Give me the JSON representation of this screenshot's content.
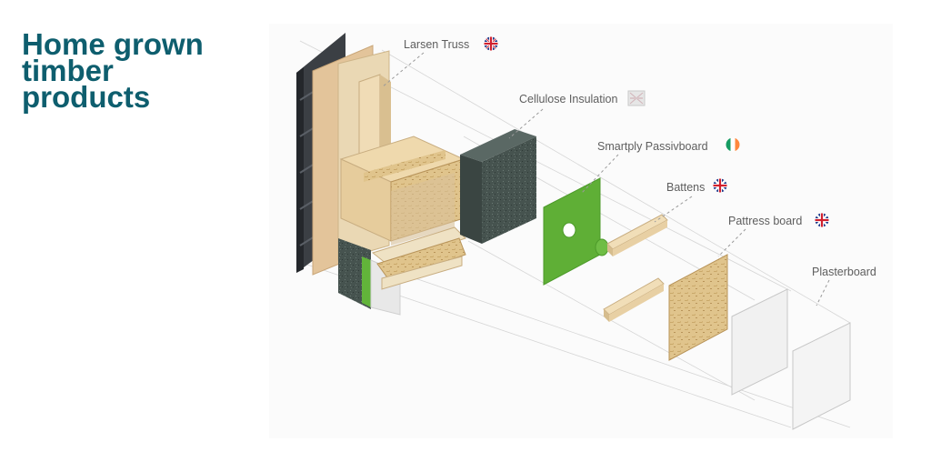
{
  "title": {
    "lines": [
      "Home grown",
      "timber",
      "products"
    ]
  },
  "labels": [
    {
      "text": "Larsen Truss",
      "flag": "uk-flag-icon"
    },
    {
      "text": "Cellulose Insulation",
      "flag": "placeholder-flag-icon"
    },
    {
      "text": "Smartply Passivboard",
      "flag": "ireland-flag-icon"
    },
    {
      "text": "Battens",
      "flag": "uk-flag-icon"
    },
    {
      "text": "Pattress board",
      "flag": "uk-flag-icon"
    },
    {
      "text": "Plasterboard",
      "flag": ""
    }
  ],
  "colors": {
    "title": "#0e5e6e",
    "insulation": "#3e4a46",
    "passivboard": "#62b43a",
    "osb": "#e0c48c",
    "timber": "#e6d2a8"
  }
}
